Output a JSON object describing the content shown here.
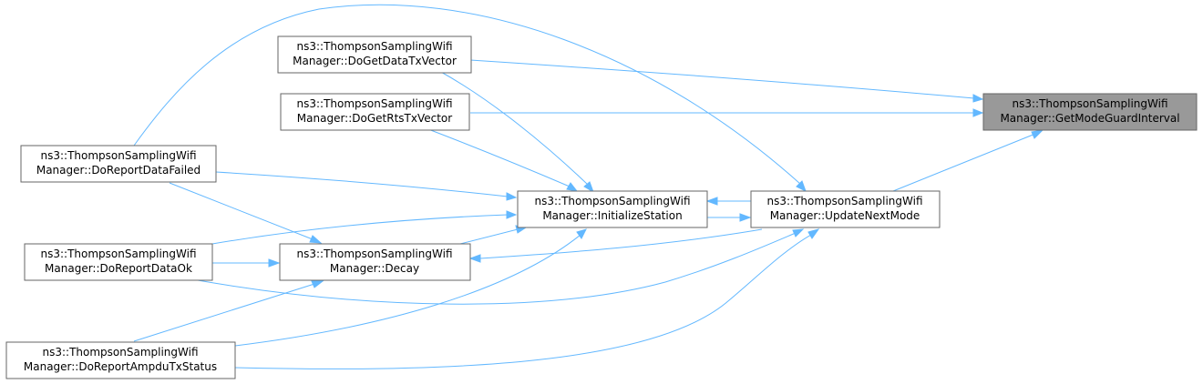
{
  "colors": {
    "node_fill": "#ffffff",
    "node_border": "#666666",
    "highlight_fill": "#999999",
    "edge": "#63b8ff",
    "text": "#000000"
  },
  "nodes": {
    "get_mode_guard_interval": {
      "line1": "ns3::ThompsonSamplingWifi",
      "line2": "Manager::GetModeGuardInterval"
    },
    "do_get_data_tx_vector": {
      "line1": "ns3::ThompsonSamplingWifi",
      "line2": "Manager::DoGetDataTxVector"
    },
    "do_get_rts_tx_vector": {
      "line1": "ns3::ThompsonSamplingWifi",
      "line2": "Manager::DoGetRtsTxVector"
    },
    "update_next_mode": {
      "line1": "ns3::ThompsonSamplingWifi",
      "line2": "Manager::UpdateNextMode"
    },
    "initialize_station": {
      "line1": "ns3::ThompsonSamplingWifi",
      "line2": "Manager::InitializeStation"
    },
    "decay": {
      "line1": "ns3::ThompsonSamplingWifi",
      "line2": "Manager::Decay"
    },
    "do_report_data_failed": {
      "line1": "ns3::ThompsonSamplingWifi",
      "line2": "Manager::DoReportDataFailed"
    },
    "do_report_data_ok": {
      "line1": "ns3::ThompsonSamplingWifi",
      "line2": "Manager::DoReportDataOk"
    },
    "do_report_ampdu_tx_status": {
      "line1": "ns3::ThompsonSamplingWifi",
      "line2": "Manager::DoReportAmpduTxStatus"
    }
  },
  "edges": [
    {
      "from": "do_get_data_tx_vector",
      "to": "get_mode_guard_interval"
    },
    {
      "from": "do_get_rts_tx_vector",
      "to": "get_mode_guard_interval"
    },
    {
      "from": "update_next_mode",
      "to": "get_mode_guard_interval"
    },
    {
      "from": "do_report_data_failed",
      "to": "update_next_mode"
    },
    {
      "from": "do_get_data_tx_vector",
      "to": "initialize_station"
    },
    {
      "from": "do_get_rts_tx_vector",
      "to": "initialize_station"
    },
    {
      "from": "do_report_data_failed",
      "to": "initialize_station"
    },
    {
      "from": "do_report_data_ok",
      "to": "initialize_station"
    },
    {
      "from": "decay",
      "to": "initialize_station"
    },
    {
      "from": "do_report_ampdu_tx_status",
      "to": "initialize_station"
    },
    {
      "from": "update_next_mode",
      "to": "initialize_station"
    },
    {
      "from": "initialize_station",
      "to": "update_next_mode"
    },
    {
      "from": "update_next_mode",
      "to": "decay"
    },
    {
      "from": "do_report_data_failed",
      "to": "decay"
    },
    {
      "from": "do_report_data_ok",
      "to": "decay"
    },
    {
      "from": "do_report_ampdu_tx_status",
      "to": "decay"
    },
    {
      "from": "do_report_data_ok",
      "to": "update_next_mode"
    },
    {
      "from": "do_report_ampdu_tx_status",
      "to": "update_next_mode"
    }
  ]
}
